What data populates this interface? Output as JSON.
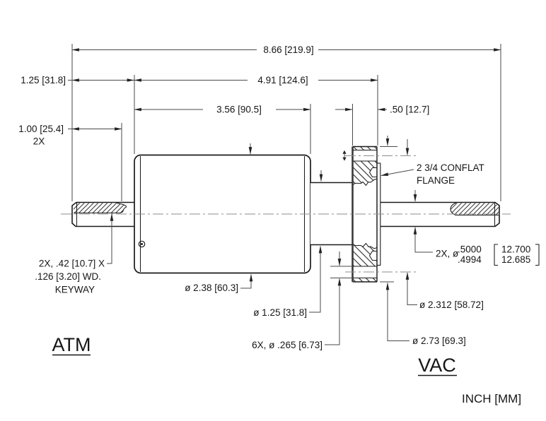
{
  "drawing": {
    "units_note": "INCH [MM]",
    "labels": {
      "atm": "ATM",
      "vac": "VAC",
      "flange_line1": "2 3/4 CONFLAT",
      "flange_line2": "FLANGE",
      "keyway_line1": "2X, .42 [10.7] X",
      "keyway_line2": ".126 [3.20] WD.",
      "keyway_line3": "KEYWAY"
    },
    "dimensions": {
      "overall_length": "8.66 [219.9]",
      "atm_shaft_extension": "1.25 [31.8]",
      "body_face_to_flange_face": "4.91 [124.6]",
      "body_length": "3.56 [90.5]",
      "flange_thickness": ".50 [12.7]",
      "keyway_length": "1.00 [25.4]",
      "keyway_length_qty": "2X",
      "body_diameter": "ø 2.38 [60.3]",
      "neck_diameter": "ø 1.25 [31.8]",
      "bolt_holes": "6X, ø .265 [6.73]",
      "bolt_circle_diameter": "ø 2.312 [58.72]",
      "flange_outer_diameter": "ø 2.73 [69.3]",
      "shaft_diameter_prefix": "2X, ø",
      "shaft_diameter_inch_upper": ".5000",
      "shaft_diameter_inch_lower": ".4994",
      "shaft_diameter_mm_upper": "12.700",
      "shaft_diameter_mm_lower": "12.685"
    }
  }
}
